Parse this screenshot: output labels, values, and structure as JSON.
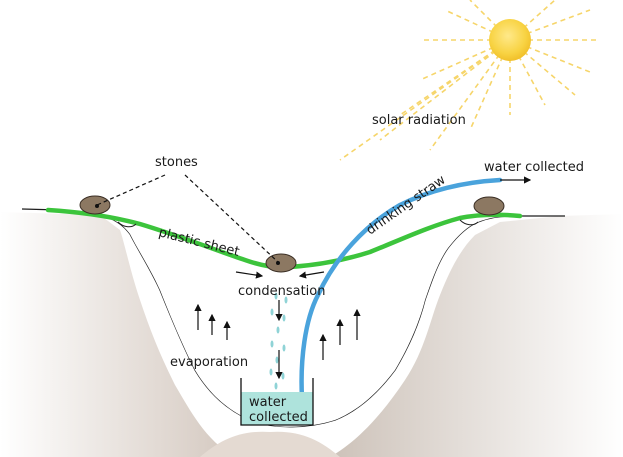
{
  "labels": {
    "solar_radiation": "solar radiation",
    "stones": "stones",
    "water_collected_top": "water collected",
    "drinking_straw": "drinking straw",
    "plastic_sheet": "plastic sheet",
    "condensation": "condensation",
    "evaporation": "evaporation",
    "water_collected_line1": "water",
    "water_collected_line2": "collected"
  },
  "colors": {
    "sun": "#f8d343",
    "sun_rays": "#f6d56a",
    "plastic_sheet": "#3cc43c",
    "straw": "#4aa3dc",
    "water": "#aee3dc",
    "water_drops": "#8fd3d6",
    "stone": "#8c7862",
    "soil_edge": "#d9cfc6",
    "soil_shadow": "#b3a79d"
  }
}
